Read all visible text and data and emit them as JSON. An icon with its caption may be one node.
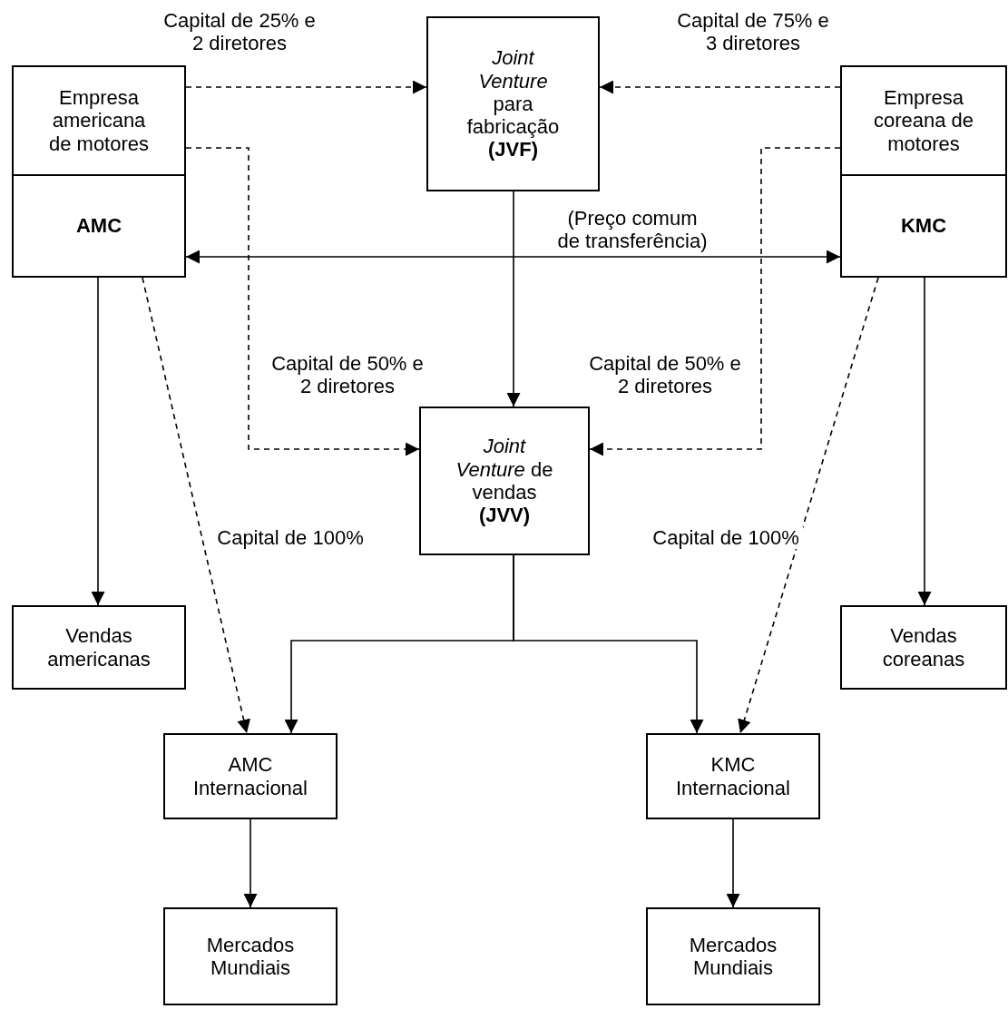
{
  "diagram": {
    "nodes": [
      {
        "text": [
          "Empresa americana de motores",
          "AMC"
        ]
      },
      {
        "text": [
          "*Joint Venture* para fabricação **(JVF)**"
        ]
      },
      {
        "text": [
          "Empresa coreana de motores",
          "KMC"
        ]
      },
      {
        "text": [
          "*Joint Venture* de vendas **(JVV)**"
        ]
      },
      {
        "text": [
          "Vendas americanas"
        ]
      },
      {
        "text": [
          "Vendas coreanas"
        ]
      },
      {
        "text": [
          "AMC Internacional"
        ]
      },
      {
        "text": [
          "KMC Internacional"
        ]
      },
      {
        "text": [
          "Mercados Mundiais"
        ]
      },
      {
        "text": [
          "Mercados Mundiais"
        ]
      }
    ],
    "edges": [
      {
        "from": 0,
        "to": 1,
        "arrow": "to",
        "style": "dashed",
        "label": "Capital de 25% e 2 diretores"
      },
      {
        "from": 2,
        "to": 1,
        "arrow": "to",
        "style": "dashed",
        "label": "Capital de 75% e 3 diretores"
      },
      {
        "from": 1,
        "to": 3,
        "arrow": "to"
      },
      {
        "from": 0,
        "to": 2,
        "arrow": "both",
        "label": "(Preço comum de transferência)"
      },
      {
        "from": 0,
        "to": 3,
        "arrow": "to",
        "style": "dashed",
        "label": "Capital de 50% e 2 diretores"
      },
      {
        "from": 2,
        "to": 3,
        "arrow": "to",
        "style": "dashed",
        "label": "Capital de 50% e 2 diretores"
      },
      {
        "from": 0,
        "to": 4,
        "arrow": "to"
      },
      {
        "from": 2,
        "to": 5,
        "arrow": "to"
      },
      {
        "from": 0,
        "to": 6,
        "arrow": "to",
        "style": "dashed",
        "label": "Capital de 100%"
      },
      {
        "from": 2,
        "to": 7,
        "arrow": "to",
        "style": "dashed",
        "label": "Capital de 100%"
      },
      {
        "from": 3,
        "to": 6,
        "arrow": "to"
      },
      {
        "from": 3,
        "to": 7,
        "arrow": "to"
      },
      {
        "from": 6,
        "to": 8,
        "arrow": "to"
      },
      {
        "from": 7,
        "to": 9,
        "arrow": "to"
      }
    ]
  }
}
